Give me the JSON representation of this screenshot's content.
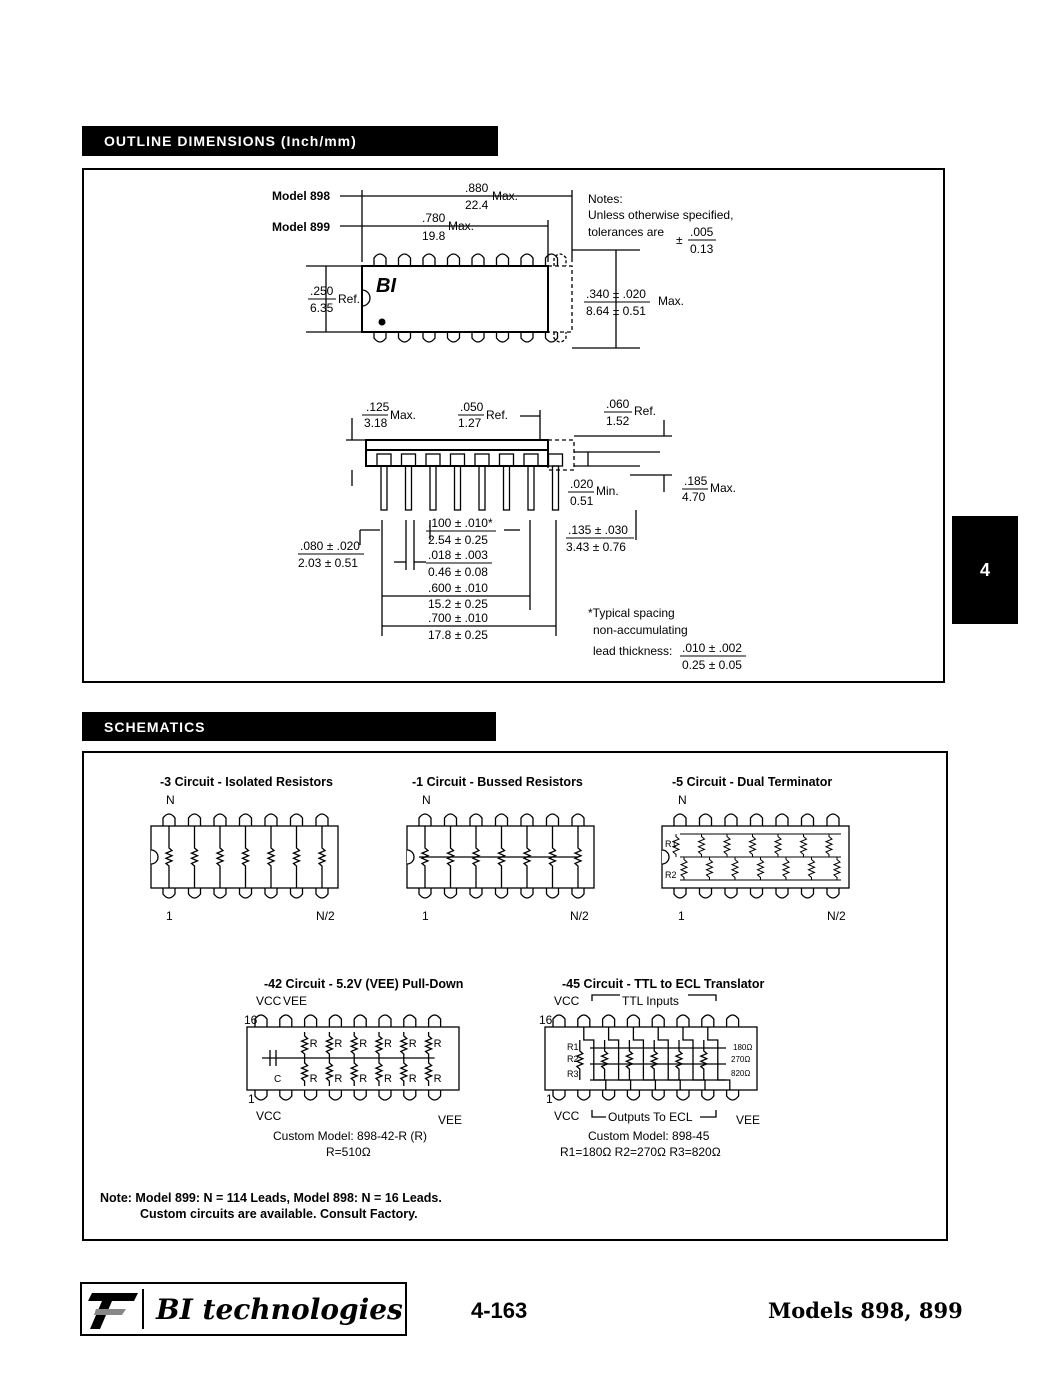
{
  "sections": {
    "outline_title": "OUTLINE DIMENSIONS (Inch/mm)",
    "schematics_title": "SCHEMATICS"
  },
  "side_tab": "4",
  "outline": {
    "model898": "Model 898",
    "model899": "Model 899",
    "w898_in": ".880",
    "w898_mm": "22.4",
    "max": "Max.",
    "w899_in": ".780",
    "w899_mm": "19.8",
    "notes1": "Notes:",
    "notes2": "Unless otherwise specified,",
    "notes3": "tolerances are",
    "tol_pm": "±",
    "tol_in": ".005",
    "tol_mm": "0.13",
    "logo_mark": "BI",
    "h250_in": ".250",
    "h250_mm": "6.35",
    "ref": "Ref.",
    "h340_in": ".340 ± .020",
    "h340_mm": "8.64 ± 0.51",
    "d125_in": ".125",
    "d125_mm": "3.18",
    "d050_in": ".050",
    "d050_mm": "1.27",
    "d060_in": ".060",
    "d060_mm": "1.52",
    "d020_in": ".020",
    "d020_mm": "0.51",
    "min": "Min.",
    "d185_in": ".185",
    "d185_mm": "4.70",
    "d100_in": ".100 ± .010*",
    "d100_mm": "2.54 ± 0.25",
    "d135_in": ".135 ± .030",
    "d135_mm": "3.43 ± 0.76",
    "d080_in": ".080 ± .020",
    "d080_mm": "2.03 ± 0.51",
    "d018_in": ".018 ± .003",
    "d018_mm": "0.46 ± 0.08",
    "d600_in": ".600 ± .010",
    "d600_mm": "15.2 ± 0.25",
    "d700_in": ".700 ± .010",
    "d700_mm": "17.8 ± 0.25",
    "typ1": "*Typical spacing",
    "typ2": "non-accumulating",
    "lead_label": "lead thickness:",
    "lead_in": ".010 ± .002",
    "lead_mm": "0.25 ± 0.05"
  },
  "schematics": {
    "c3_title": "-3 Circuit - Isolated Resistors",
    "c1_title": "-1 Circuit - Bussed Resistors",
    "c5_title": "-5 Circuit - Dual Terminator",
    "pin_n": "N",
    "pin_1": "1",
    "pin_n2": "N/2",
    "r1": "R1",
    "r2": "R2",
    "r3": "R3",
    "c42_title": "-42 Circuit - 5.2V (VEE) Pull-Down",
    "c45_title": "-45 Circuit - TTL to ECL Translator",
    "vcc": "VCC",
    "vee": "VEE",
    "p16": "16",
    "p1": "1",
    "r": "R",
    "c": "C",
    "c42_custom": "Custom Model: 898-42-R (R)",
    "c42_r": "R=510Ω",
    "ttl_inputs": "TTL Inputs",
    "outputs_ecl": "Outputs To ECL",
    "v180": "180Ω",
    "v270": "270Ω",
    "v820": "820Ω",
    "c45_custom": "Custom Model: 898-45",
    "c45_values": "R1=180Ω R2=270Ω R3=820Ω"
  },
  "note_line1": "Note:   Model 899: N = 114 Leads, Model 898: N = 16 Leads.",
  "note_line2": "Custom circuits are available.  Consult Factory.",
  "footer": {
    "brand": "BI technologies",
    "page": "4-163",
    "models": "Models 898, 899"
  }
}
